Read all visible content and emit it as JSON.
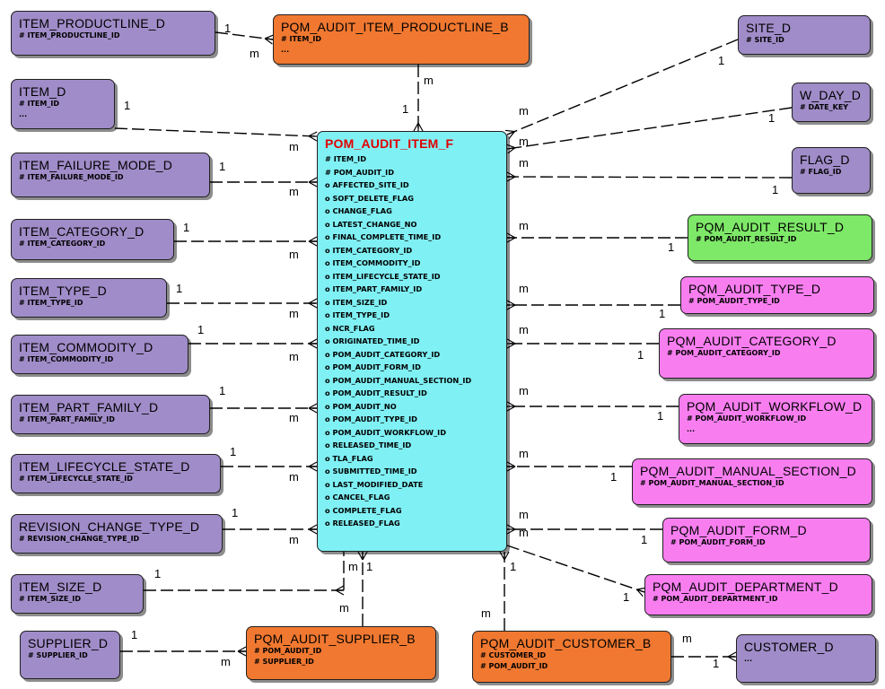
{
  "fact": {
    "name": "POM_AUDIT_ITEM_F",
    "fields": [
      "# ITEM_ID",
      "# POM_AUDIT_ID",
      "o AFFECTED_SITE_ID",
      "o SOFT_DELETE_FLAG",
      "o CHANGE_FLAG",
      "o LATEST_CHANGE_NO",
      "o FINAL_COMPLETE_TIME_ID",
      "o ITEM_CATEGORY_ID",
      "o ITEM_COMMODITY_ID",
      "o ITEM_LIFECYCLE_STATE_ID",
      "o ITEM_PART_FAMILY_ID",
      "o ITEM_SIZE_ID",
      "o ITEM_TYPE_ID",
      "o NCR_FLAG",
      "o ORIGINATED_TIME_ID",
      "o POM_AUDIT_CATEGORY_ID",
      "o POM_AUDIT_FORM_ID",
      "o POM_AUDIT_MANUAL_SECTION_ID",
      "o POM_AUDIT_RESULT_ID",
      "o POM_AUDIT_NO",
      "o POM_AUDIT_TYPE_ID",
      "o POM_AUDIT_WORKFLOW_ID",
      "o RELEASED_TIME_ID",
      "o TLA_FLAG",
      "o SUBMITTED_TIME_ID",
      "o LAST_MODIFIED_DATE",
      "o CANCEL_FLAG",
      "o COMPLETE_FLAG",
      "o RELEASED_FLAG"
    ]
  },
  "entities": [
    {
      "id": "item-productline-d",
      "name": "ITEM_PRODUCTLINE_D",
      "fields": [
        "# ITEM_PRODUCTLINE_ID"
      ],
      "color": "#a08cc8"
    },
    {
      "id": "pqm-audit-item-productline-b",
      "name": "PQM_AUDIT_ITEM_PRODUCTLINE_B",
      "fields": [
        "# ITEM_ID",
        "..."
      ],
      "color": "#f07830"
    },
    {
      "id": "site-d",
      "name": "SITE_D",
      "fields": [
        "# SITE_ID"
      ],
      "color": "#a08cc8"
    },
    {
      "id": "item-d",
      "name": "ITEM_D",
      "fields": [
        "# ITEM_ID",
        "..."
      ],
      "color": "#a08cc8"
    },
    {
      "id": "w-day-d",
      "name": "W_DAY_D",
      "fields": [
        "# DATE_KEY"
      ],
      "color": "#a08cc8"
    },
    {
      "id": "item-failure-mode-d",
      "name": "ITEM_FAILURE_MODE_D",
      "fields": [
        "# ITEM_FAILURE_MODE_ID"
      ],
      "color": "#a08cc8"
    },
    {
      "id": "flag-d",
      "name": "FLAG_D",
      "fields": [
        "# FLAG_ID"
      ],
      "color": "#a08cc8"
    },
    {
      "id": "item-category-d",
      "name": "ITEM_CATEGORY_D",
      "fields": [
        "# ITEM_CATEGORY_ID"
      ],
      "color": "#a08cc8"
    },
    {
      "id": "pqm-audit-result-d",
      "name": "PQM_AUDIT_RESULT_D",
      "fields": [
        "# POM_AUDIT_RESULT_ID"
      ],
      "color": "#7ee868"
    },
    {
      "id": "item-type-d",
      "name": "ITEM_TYPE_D",
      "fields": [
        "# ITEM_TYPE_ID"
      ],
      "color": "#a08cc8"
    },
    {
      "id": "pqm-audit-type-d",
      "name": "PQM_AUDIT_TYPE_D",
      "fields": [
        "# POM_AUDIT_TYPE_ID"
      ],
      "color": "#f87ef0"
    },
    {
      "id": "item-commodity-d",
      "name": "ITEM_COMMODITY_D",
      "fields": [
        "# ITEM_COMMODITY_ID"
      ],
      "color": "#a08cc8"
    },
    {
      "id": "pqm-audit-category-d",
      "name": "PQM_AUDIT_CATEGORY_D",
      "fields": [
        "# POM_AUDIT_CATEGORY_ID"
      ],
      "color": "#f87ef0"
    },
    {
      "id": "item-part-family-d",
      "name": "ITEM_PART_FAMILY_D",
      "fields": [
        "# ITEM_PART_FAMILY_ID"
      ],
      "color": "#a08cc8"
    },
    {
      "id": "pqm-audit-workflow-d",
      "name": "PQM_AUDIT_WORKFLOW_D",
      "fields": [
        "# POM_AUDIT_WORKFLOW_ID",
        "..."
      ],
      "color": "#f87ef0"
    },
    {
      "id": "item-lifecycle-state-d",
      "name": "ITEM_LIFECYCLE_STATE_D",
      "fields": [
        "# ITEM_LIFECYCLE_STATE_ID"
      ],
      "color": "#a08cc8"
    },
    {
      "id": "pqm-audit-manual-section-d",
      "name": "PQM_AUDIT_MANUAL_SECTION_D",
      "fields": [
        "# POM_AUDIT_MANUAL_SECTION_ID"
      ],
      "color": "#f87ef0"
    },
    {
      "id": "revision-change-type-d",
      "name": "REVISION_CHANGE_TYPE_D",
      "fields": [
        "# REVISION_CHANGE_TYPE_ID"
      ],
      "color": "#a08cc8"
    },
    {
      "id": "pqm-audit-form-d",
      "name": "PQM_AUDIT_FORM_D",
      "fields": [
        "# POM_AUDIT_FORM_ID"
      ],
      "color": "#f87ef0"
    },
    {
      "id": "item-size-d",
      "name": "ITEM_SIZE_D",
      "fields": [
        "# ITEM_SIZE_ID"
      ],
      "color": "#a08cc8"
    },
    {
      "id": "pqm-audit-department-d",
      "name": "PQM_AUDIT_DEPARTMENT_D",
      "fields": [
        "# POM_AUDIT_DEPARTMENT_ID"
      ],
      "color": "#f87ef0"
    },
    {
      "id": "supplier-d",
      "name": "SUPPLIER_D",
      "fields": [
        "# SUPPLIER_ID"
      ],
      "color": "#a08cc8"
    },
    {
      "id": "pqm-audit-supplier-b",
      "name": "PQM_AUDIT_SUPPLIER_B",
      "fields": [
        "# POM_AUDIT_ID",
        "# SUPPLIER_ID"
      ],
      "color": "#f07830"
    },
    {
      "id": "pqm-audit-customer-b",
      "name": "PQM_AUDIT_CUSTOMER_B",
      "fields": [
        "# CUSTOMER_ID",
        "# POM_AUDIT_ID"
      ],
      "color": "#f07830"
    },
    {
      "id": "customer-d",
      "name": "CUSTOMER_D",
      "fields": [
        "..."
      ],
      "color": "#a08cc8"
    }
  ],
  "cardinality": {
    "one": "1",
    "many": "m"
  }
}
